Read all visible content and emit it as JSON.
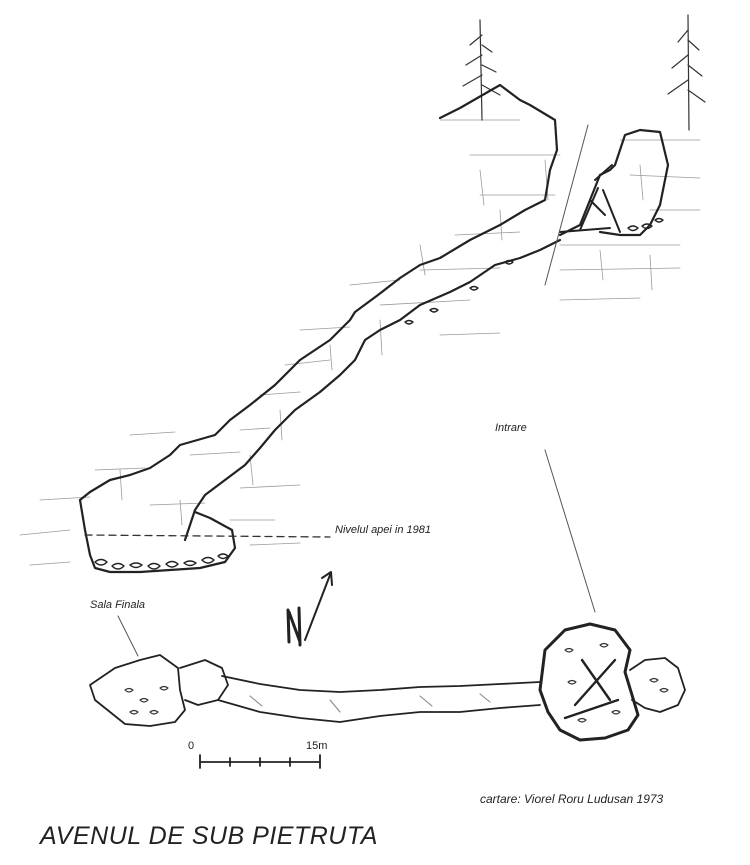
{
  "labels": {
    "entrance": "Intrare",
    "water_level": "Nivelul apei in 1981",
    "final_hall": "Sala Finala",
    "credit": "cartare: Viorel Roru Ludusan 1973",
    "title": "AVENUL DE SUB PIETRUTA"
  },
  "scale_bar": {
    "start_label": "0",
    "end_label": "15m"
  },
  "north_arrow": "N"
}
